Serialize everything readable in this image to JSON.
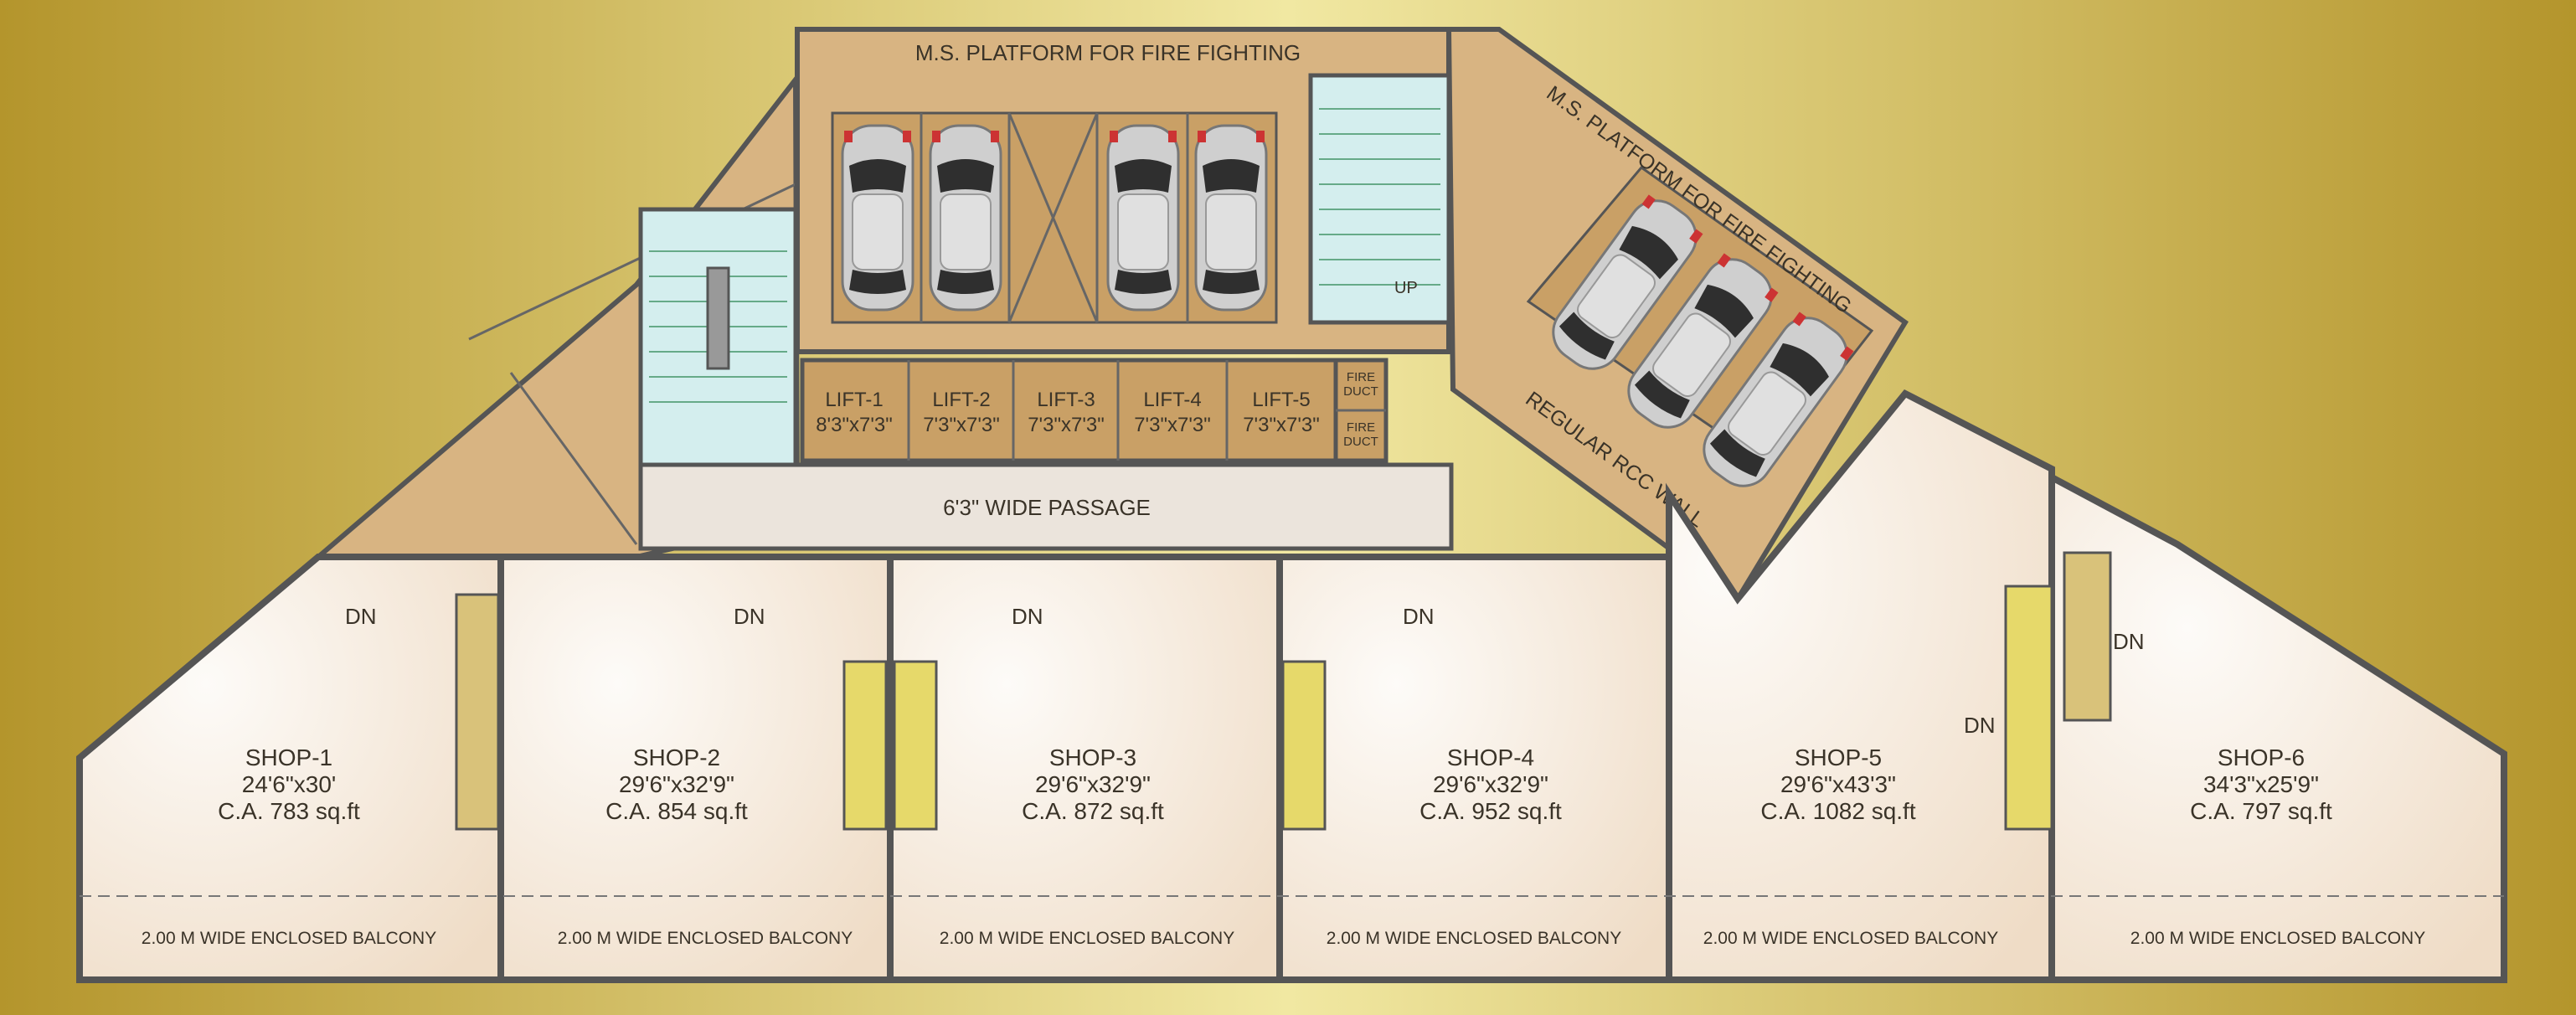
{
  "title": "",
  "colors": {
    "background_edge": "#b79a30",
    "background_center": "#efe49a",
    "tan": "#d9b582",
    "tan_dark": "#c9a066",
    "shop_floor": "#f7f0e8",
    "stair_cyan": "#d4eeee",
    "stair_yellow": "#e6d96a",
    "wall": "#555555",
    "car_body": "#c8c8c8"
  },
  "platforms": {
    "top": "M.S. PLATFORM FOR FIRE FIGHTING",
    "diagonal": "M.S. PLATFORM FOR FIRE FIGHTING",
    "wall": "REGULAR RCC WALL"
  },
  "lifts": [
    {
      "name": "LIFT-1",
      "size": "8'3\"x7'3\""
    },
    {
      "name": "LIFT-2",
      "size": "7'3\"x7'3\""
    },
    {
      "name": "LIFT-3",
      "size": "7'3\"x7'3\""
    },
    {
      "name": "LIFT-4",
      "size": "7'3\"x7'3\""
    },
    {
      "name": "LIFT-5",
      "size": "7'3\"x7'3\""
    }
  ],
  "fire_duct": {
    "line1": "FIRE",
    "line2": "DUCT"
  },
  "passage": "6'3\" WIDE PASSAGE",
  "up_label": "UP",
  "dn_label": "DN",
  "shops": [
    {
      "name": "SHOP-1",
      "dims": "24'6\"x30'",
      "area": "C.A. 783 sq.ft"
    },
    {
      "name": "SHOP-2",
      "dims": "29'6\"x32'9\"",
      "area": "C.A. 854 sq.ft"
    },
    {
      "name": "SHOP-3",
      "dims": "29'6\"x32'9\"",
      "area": "C.A. 872 sq.ft"
    },
    {
      "name": "SHOP-4",
      "dims": "29'6\"x32'9\"",
      "area": "C.A. 952 sq.ft"
    },
    {
      "name": "SHOP-5",
      "dims": "29'6\"x43'3\"",
      "area": "C.A. 1082 sq.ft"
    },
    {
      "name": "SHOP-6",
      "dims": "34'3\"x25'9\"",
      "area": "C.A. 797 sq.ft"
    }
  ],
  "balconies": [
    "2.00 M WIDE ENCLOSED BALCONY",
    "2.00 M WIDE ENCLOSED BALCONY",
    "2.00 M WIDE ENCLOSED BALCONY",
    "2.00 M WIDE ENCLOSED BALCONY",
    "2.00 M WIDE ENCLOSED BALCONY",
    "2.00 M WIDE ENCLOSED BALCONY"
  ]
}
